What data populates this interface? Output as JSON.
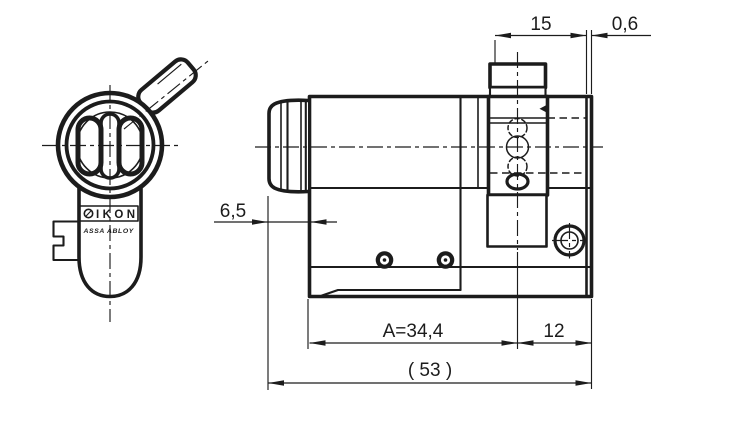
{
  "drawing": {
    "type": "technical-drawing",
    "subject": "IKON ASSA ABLOY half profile cylinder, side and front view",
    "brand": {
      "logo": "IKON",
      "subbrand": "ASSA ABLOY"
    },
    "dimensions": {
      "cam_to_rear": "15",
      "rear_cap": "0,6",
      "face_offset": "6,5",
      "a_length": "A=34,4",
      "rear_section": "12",
      "overall_length": "( 53 )"
    },
    "colors": {
      "line": "#1c1c1c",
      "background": "#ffffff"
    }
  }
}
